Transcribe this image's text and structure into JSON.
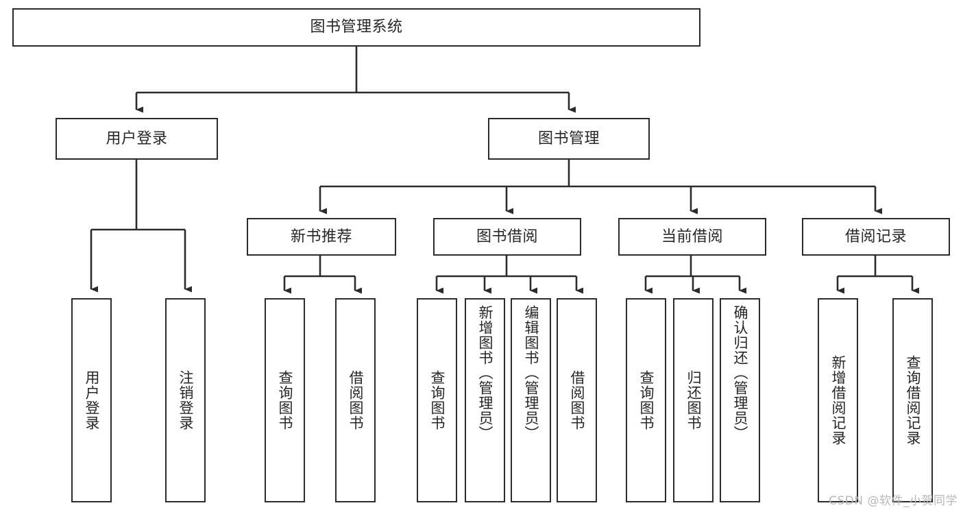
{
  "diagram": {
    "title": "图书管理系统",
    "type": "tree-hierarchy",
    "root": {
      "label": "图书管理系统"
    },
    "level2": [
      {
        "label": "用户登录"
      },
      {
        "label": "图书管理"
      }
    ],
    "level3": [
      {
        "label": "新书推荐"
      },
      {
        "label": "图书借阅"
      },
      {
        "label": "当前借阅"
      },
      {
        "label": "借阅记录"
      }
    ],
    "leaves": {
      "user_login": [
        {
          "label": "用户登录"
        },
        {
          "label": "注销登录"
        }
      ],
      "new_book_recommend": [
        {
          "label": "查询图书"
        },
        {
          "label": "借阅图书"
        }
      ],
      "book_borrow": [
        {
          "label": "查询图书"
        },
        {
          "label": "新增图书（管理员）"
        },
        {
          "label": "编辑图书（管理员）"
        },
        {
          "label": "借阅图书"
        }
      ],
      "current_borrow": [
        {
          "label": "查询图书"
        },
        {
          "label": "归还图书"
        },
        {
          "label": "确认归还（管理员）"
        }
      ],
      "borrow_record": [
        {
          "label": "新增借阅记录"
        },
        {
          "label": "查询借阅记录"
        }
      ]
    }
  },
  "watermark": {
    "text": "CSDN @软件_小贺同学"
  },
  "colors": {
    "stroke": "#2b2b2b",
    "box_fill": "#ffffff",
    "text": "#262626",
    "background": "#ffffff",
    "watermark": "#b8b8b8"
  }
}
